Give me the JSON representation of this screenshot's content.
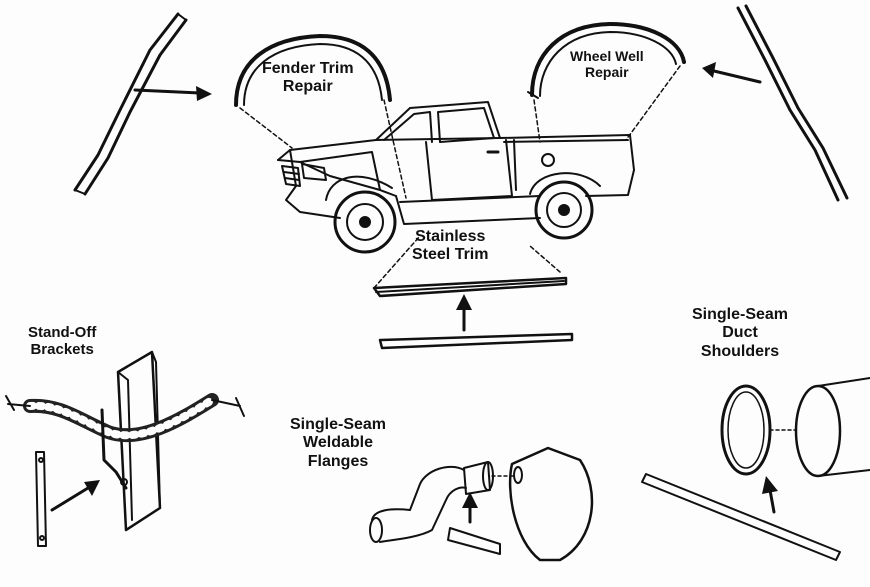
{
  "labels": {
    "fender_trim": [
      "Fender Trim",
      "Repair"
    ],
    "wheel_well": [
      "Wheel Well",
      "Repair"
    ],
    "stainless": [
      "Stainless",
      "Steel Trim"
    ],
    "standoff": [
      "Stand-Off",
      "Brackets"
    ],
    "weldable": [
      "Single-Seam",
      "Weldable",
      "Flanges"
    ],
    "duct": [
      "Single-Seam",
      "Duct",
      "Shoulders"
    ]
  },
  "colors": {
    "ink": "#111111",
    "paper": "#fdfdfd"
  }
}
